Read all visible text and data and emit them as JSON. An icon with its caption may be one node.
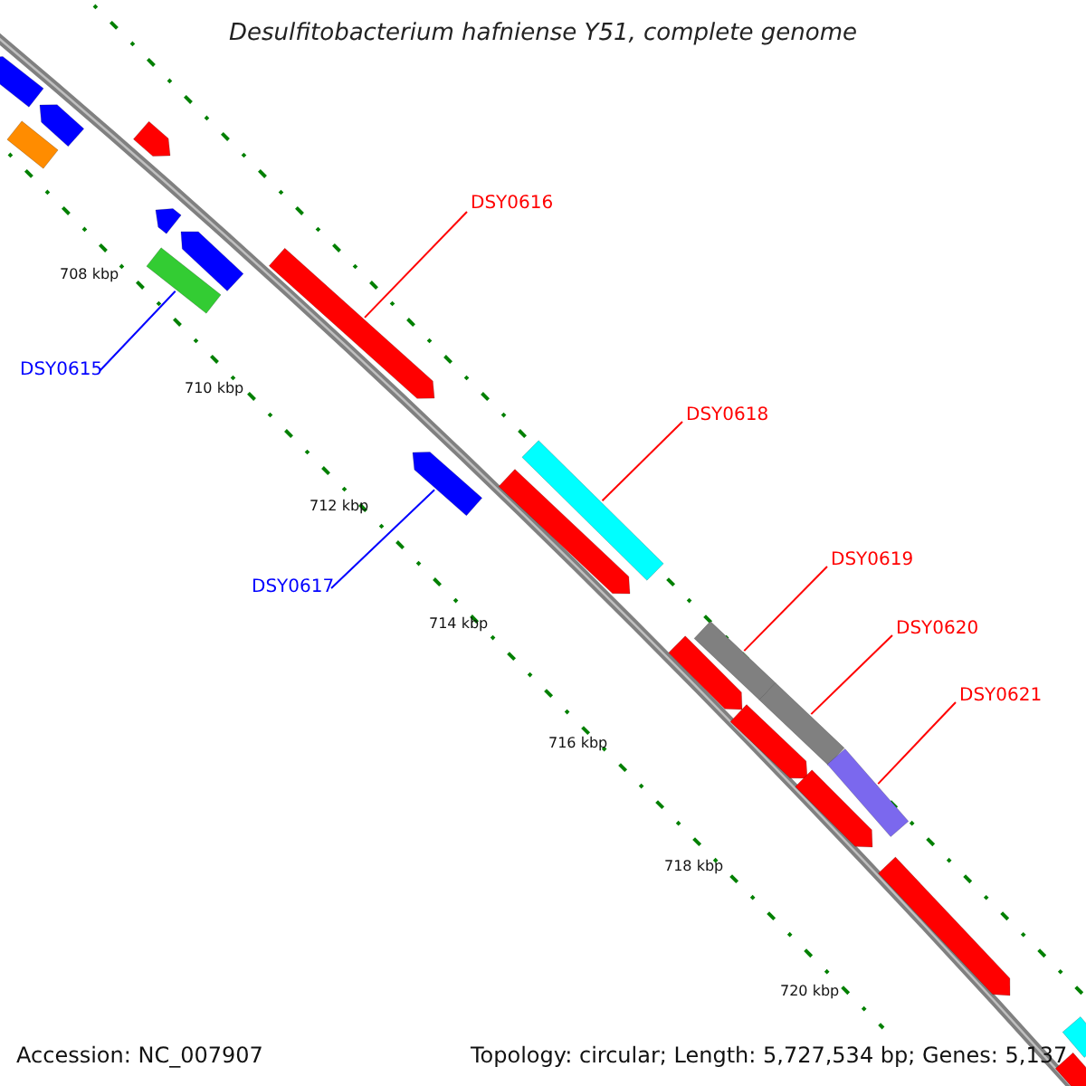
{
  "diagram": {
    "title": "Desulfitobacterium hafniense Y51, complete genome",
    "nodes": [
      {
        "text": [
          "DSY0615"
        ]
      },
      {
        "text": [
          "DSY0616"
        ]
      },
      {
        "text": [
          "DSY0617"
        ]
      },
      {
        "text": [
          "DSY0618"
        ]
      },
      {
        "text": [
          "DSY0619"
        ]
      },
      {
        "text": [
          "DSY0620"
        ]
      },
      {
        "text": [
          "DSY0621"
        ]
      },
      {
        "text": [],
        "shape": "arrow"
      },
      {
        "text": [],
        "shape": "arrow"
      },
      {
        "text": [],
        "shape": "arrow"
      },
      {
        "text": [],
        "shape": "arrow"
      },
      {
        "text": [],
        "shape": "arrow"
      },
      {
        "text": [],
        "shape": "arrow"
      },
      {
        "text": [],
        "shape": "arrow"
      },
      {
        "text": [],
        "shape": "arrow"
      },
      {
        "text": [],
        "shape": "arrow"
      },
      {
        "text": [],
        "shape": "arrow"
      },
      {
        "text": [],
        "shape": "arrow"
      },
      {
        "text": [],
        "shape": "arrow"
      },
      {
        "text": [],
        "shape": "arrow"
      },
      {
        "text": [],
        "shape": "arrow"
      },
      {
        "text": [],
        "shape": "arrow"
      },
      {
        "text": [],
        "shape": "arrow"
      },
      {
        "text": [],
        "shape": "arrow"
      },
      {
        "text": [],
        "shape": "arrow"
      },
      {
        "text": [],
        "shape": "arrow"
      },
      {
        "text": [],
        "shape": "arrow"
      }
    ],
    "edges": [
      {
        "from": 0,
        "to": 13,
        "arrow": "none",
        "color": "#0000ff"
      },
      {
        "from": 1,
        "to": 14,
        "arrow": "none"
      },
      {
        "from": 2,
        "to": 15,
        "arrow": "none",
        "color": "#0000ff"
      },
      {
        "from": 3,
        "to": 16,
        "arrow": "none"
      },
      {
        "from": 4,
        "to": 19,
        "arrow": "none"
      },
      {
        "from": 5,
        "to": 20,
        "arrow": "none"
      },
      {
        "from": 6,
        "to": 22,
        "arrow": "none"
      }
    ],
    "labels": [
      "708 kbp",
      "710 kbp",
      "712 kbp",
      "714 kbp",
      "716 kbp",
      "718 kbp",
      "720 kbp",
      "Accession: NC_007907",
      "Topology: circular; Length: 5,727,534 bp; Genes: 5,137"
    ]
  }
}
